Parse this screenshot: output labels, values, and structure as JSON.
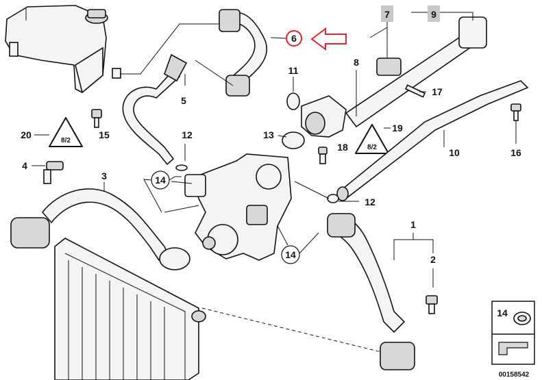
{
  "labels": {
    "l1": "1",
    "l2": "2",
    "l3": "3",
    "l4": "4",
    "l5": "5",
    "l6": "6",
    "l7": "7",
    "l8": "8",
    "l9": "9",
    "l10": "10",
    "l11": "11",
    "l12a": "12",
    "l12b": "12",
    "l13": "13",
    "l14a": "14",
    "l14b": "14",
    "l14c": "14",
    "l15": "15",
    "l16": "16",
    "l17": "17",
    "l18": "18",
    "l19": "19",
    "l20": "20"
  },
  "legend": {
    "item": "14"
  },
  "footer": {
    "code": "00158542"
  },
  "colors": {
    "highlight": "#e0242a",
    "label_bg": "#c8c8c8"
  }
}
